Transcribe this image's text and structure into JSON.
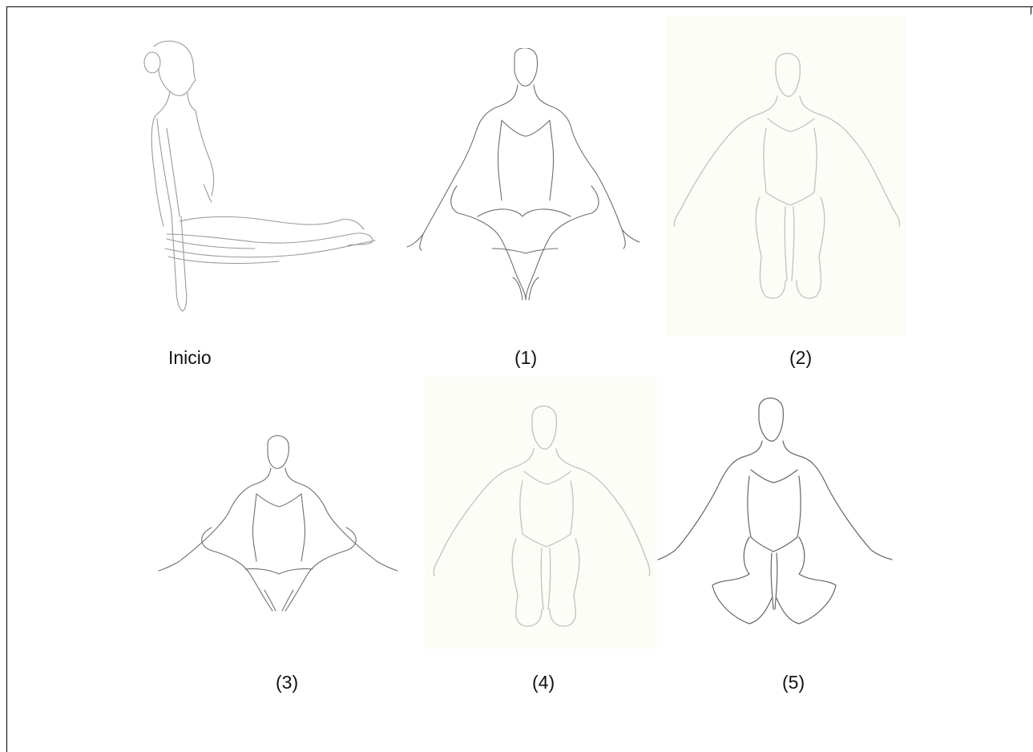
{
  "figures": [
    {
      "caption": "Inicio",
      "pose": "side-sitting-legs-extended",
      "line_color": "#9a9a9a",
      "bg": "#ffffff"
    },
    {
      "caption": "(1)",
      "pose": "front-butterfly-hands-floor",
      "line_color": "#6e6e6e",
      "bg": "#ffffff"
    },
    {
      "caption": "(2)",
      "pose": "front-kneeling-arms-open",
      "line_color": "#c4c4c4",
      "bg": "#fdfdf8"
    },
    {
      "caption": "(3)",
      "pose": "front-butterfly-wide-arms",
      "line_color": "#6e6e6e",
      "bg": "#ffffff"
    },
    {
      "caption": "(4)",
      "pose": "front-kneeling-arms-open",
      "line_color": "#c4c4c4",
      "bg": "#fdfdf8"
    },
    {
      "caption": "(5)",
      "pose": "front-sitting-legs-bent-arms-open",
      "line_color": "#666666",
      "bg": "#ffffff"
    }
  ]
}
